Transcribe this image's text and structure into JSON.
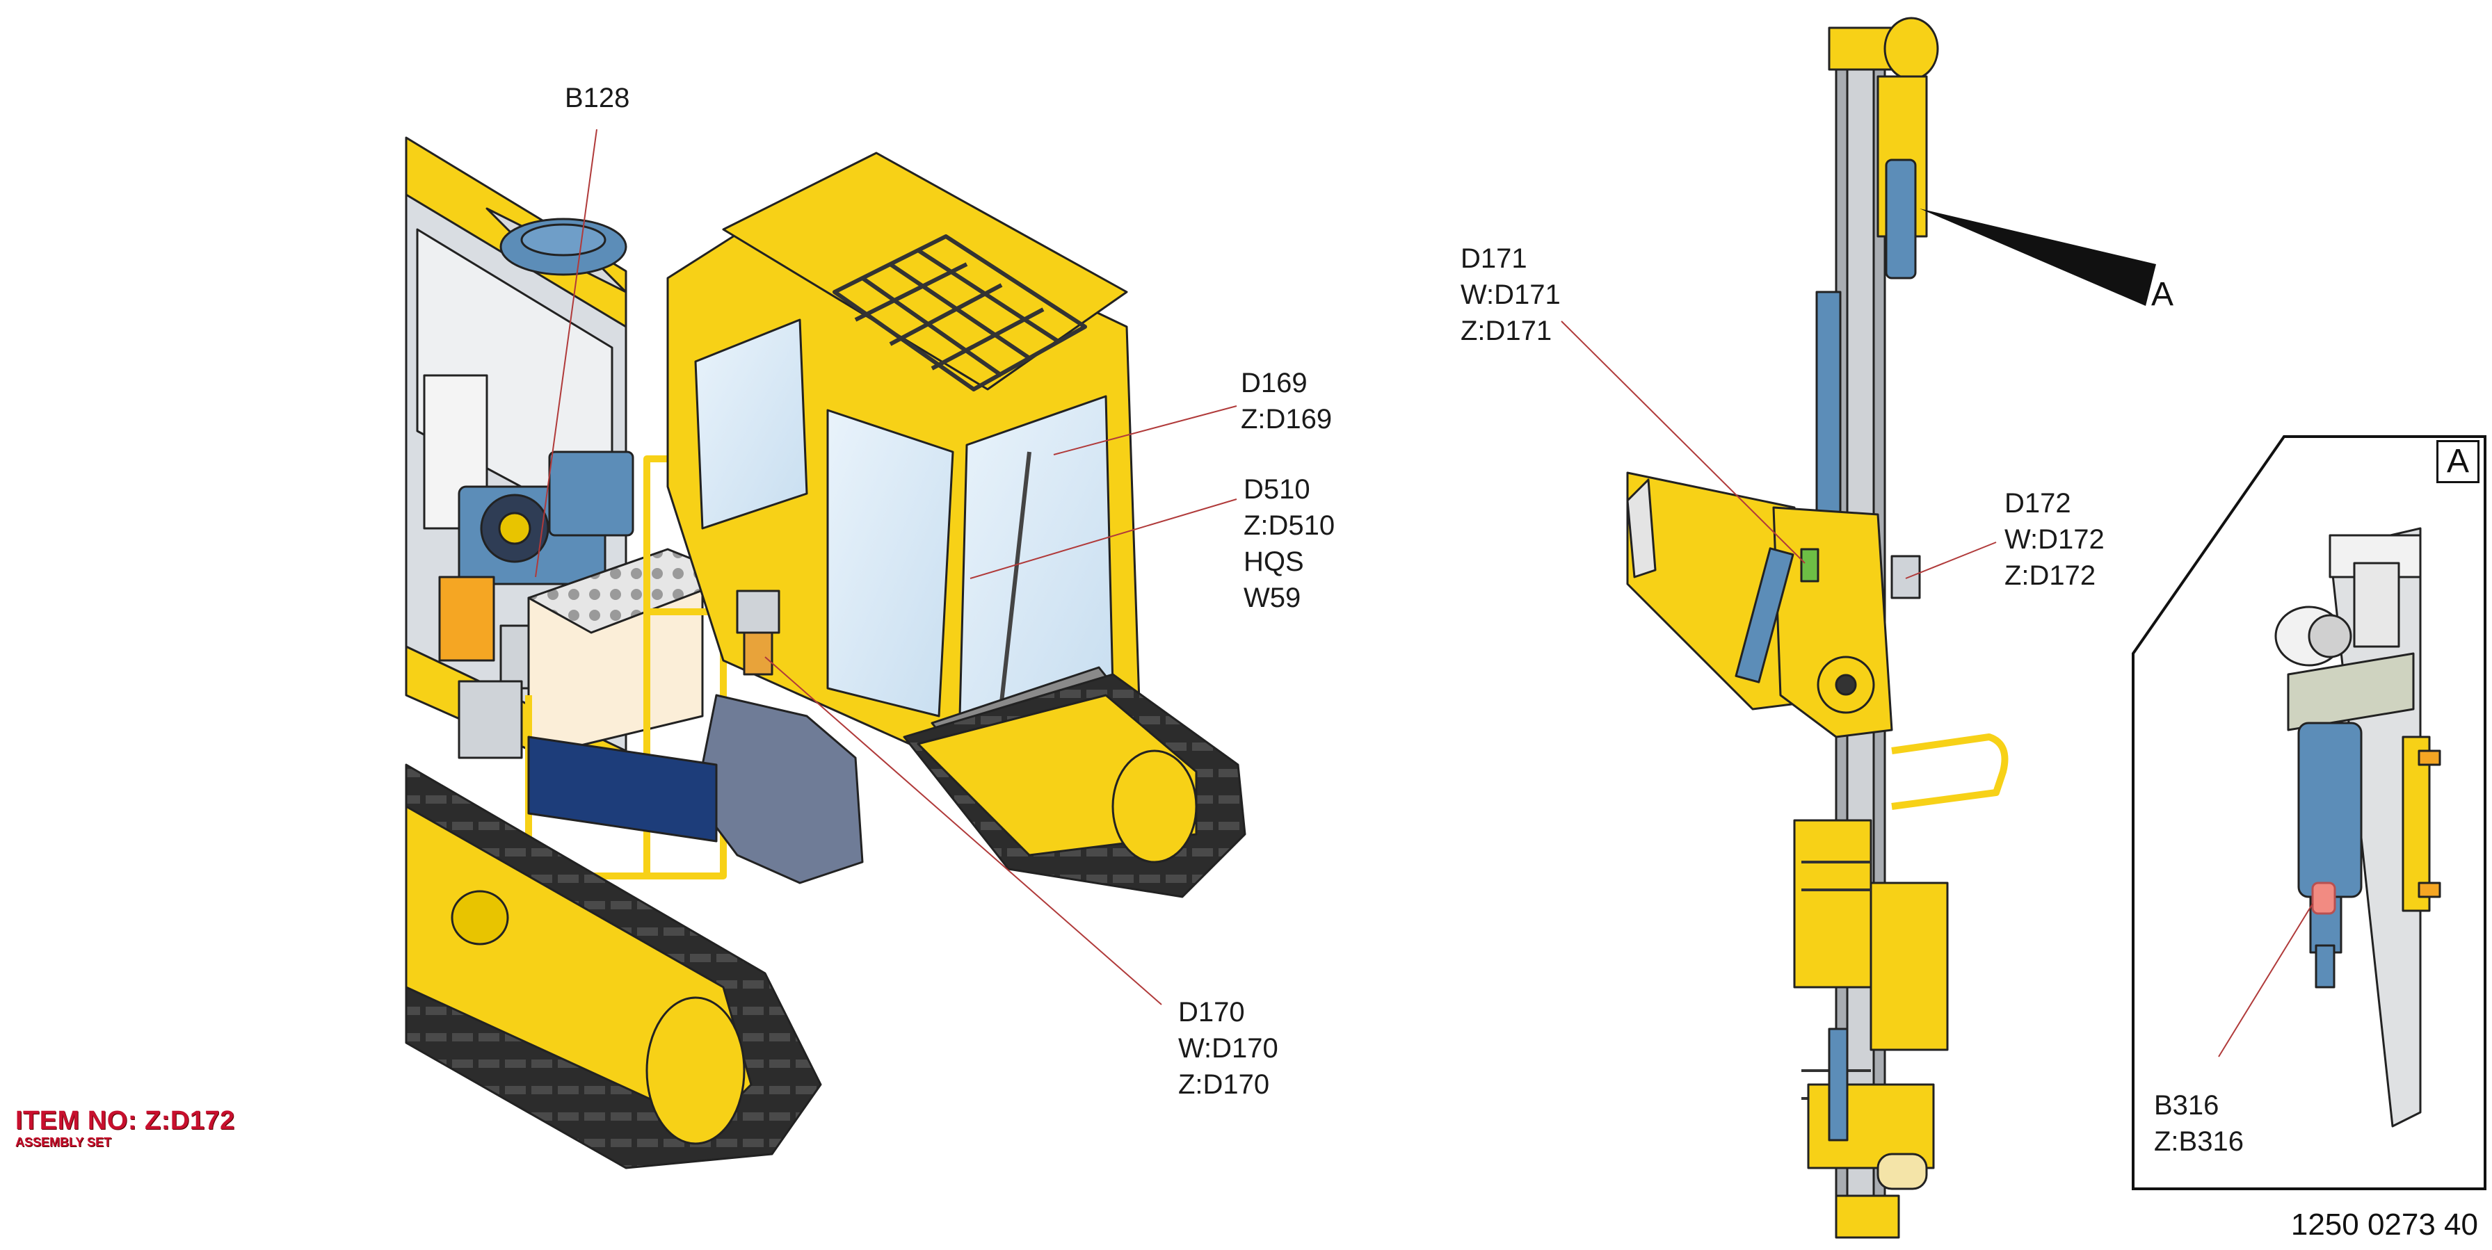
{
  "labels": {
    "b128": [
      "B128"
    ],
    "d169": [
      "D169",
      "Z:D169"
    ],
    "d510": [
      "D510",
      "Z:D510",
      "HQS",
      "W59"
    ],
    "d170": [
      "D170",
      "W:D170",
      "Z:D170"
    ],
    "d171": [
      "D171",
      "W:D171",
      "Z:D171"
    ],
    "d172": [
      "D172",
      "W:D172",
      "Z:D172"
    ],
    "b316": [
      "B316",
      "Z:B316"
    ]
  },
  "detail": {
    "box_letter": "A",
    "callout_letter": "A"
  },
  "item": {
    "title": "ITEM NO: Z:D172",
    "subtitle": "ASSEMBLY SET"
  },
  "drawing_number": "1250 0273 40",
  "colors": {
    "machine_yellow": "#F7D117",
    "hydraulic_blue": "#5C8DB8",
    "frame_slate": "#6F7C97",
    "steel_gray": "#A9ADB2",
    "leader_red": "#B03A3A",
    "item_red": "#C8102E",
    "highlight_red": "#F28B82",
    "highlight_green": "#6DBE45"
  }
}
